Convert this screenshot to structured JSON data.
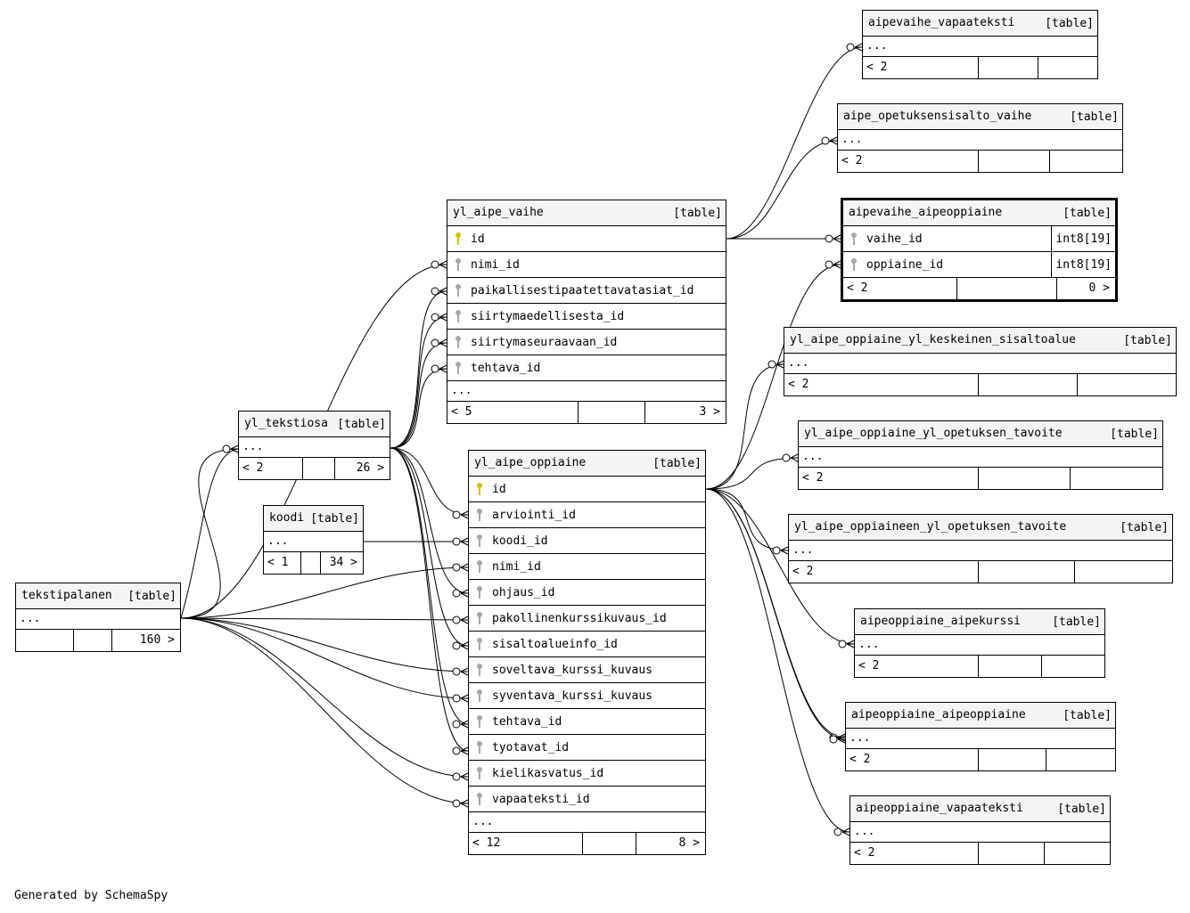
{
  "credit": "Generated by SchemaSpy",
  "type_tag": "[table]",
  "more_marker": "...",
  "tables": {
    "aipevaihe_vapaateksti": {
      "name": "aipevaihe_vapaateksti",
      "parents": "< 2",
      "children": ""
    },
    "aipe_opetuksensisalto_vaihe": {
      "name": "aipe_opetuksensisalto_vaihe",
      "parents": "< 2",
      "children": ""
    },
    "aipevaihe_aipeoppiaine": {
      "name": "aipevaihe_aipeoppiaine",
      "parents": "< 2",
      "children": "0 >",
      "columns": [
        {
          "name": "vaihe_id",
          "type": "int8[19]"
        },
        {
          "name": "oppiaine_id",
          "type": "int8[19]"
        }
      ]
    },
    "yl_aipe_vaihe": {
      "name": "yl_aipe_vaihe",
      "parents": "< 5",
      "children": "3 >",
      "columns": [
        "id",
        "nimi_id",
        "paikallisestipaatettavatasiat_id",
        "siirtymaedellisesta_id",
        "siirtymaseuraavaan_id",
        "tehtava_id"
      ]
    },
    "yl_aipe_oppiaine_yl_keskeinen_sisaltoalue": {
      "name": "yl_aipe_oppiaine_yl_keskeinen_sisaltoalue",
      "parents": "< 2",
      "children": ""
    },
    "yl_aipe_oppiaine_yl_opetuksen_tavoite": {
      "name": "yl_aipe_oppiaine_yl_opetuksen_tavoite",
      "parents": "< 2",
      "children": ""
    },
    "yl_tekstiosa": {
      "name": "yl_tekstiosa",
      "parents": "< 2",
      "children": "26 >"
    },
    "yl_aipe_oppiaine": {
      "name": "yl_aipe_oppiaine",
      "parents": "< 12",
      "children": "8 >",
      "columns": [
        "id",
        "arviointi_id",
        "koodi_id",
        "nimi_id",
        "ohjaus_id",
        "pakollinenkurssikuvaus_id",
        "sisaltoalueinfo_id",
        "soveltava_kurssi_kuvaus",
        "syventava_kurssi_kuvaus",
        "tehtava_id",
        "tyotavat_id",
        "kielikasvatus_id",
        "vapaateksti_id"
      ]
    },
    "yl_aipe_oppiaineen_yl_opetuksen_tavoite": {
      "name": "yl_aipe_oppiaineen_yl_opetuksen_tavoite",
      "parents": "< 2",
      "children": ""
    },
    "koodi": {
      "name": "koodi",
      "parents": "< 1",
      "children": "34 >"
    },
    "tekstipalanen": {
      "name": "tekstipalanen",
      "parents": "",
      "children": "160 >"
    },
    "aipeoppiaine_aipekurssi": {
      "name": "aipeoppiaine_aipekurssi",
      "parents": "< 2",
      "children": ""
    },
    "aipeoppiaine_aipeoppiaine": {
      "name": "aipeoppiaine_aipeoppiaine",
      "parents": "< 2",
      "children": ""
    },
    "aipeoppiaine_vapaateksti": {
      "name": "aipeoppiaine_vapaateksti",
      "parents": "< 2",
      "children": ""
    }
  },
  "colors": {
    "primary_key": "#d4c000",
    "foreign_key": "#a8a8a8",
    "header_bg": "#f4f4f4",
    "line": "#000000"
  }
}
